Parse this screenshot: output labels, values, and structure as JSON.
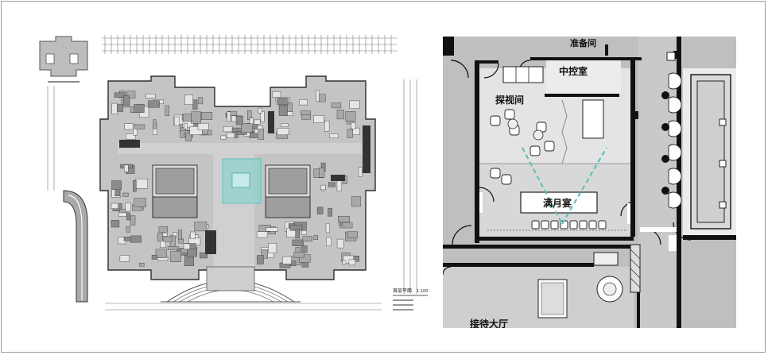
{
  "overview_plan": {
    "title_text": "首层平面",
    "scale_text": "1:100",
    "highlight_color": "#8fd3cf",
    "wall_color": "#3a3a3a",
    "floor_color": "#bdbdbd"
  },
  "detail_plan": {
    "rooms": {
      "prep_room": "准备间",
      "control_room": "中控室",
      "visiting_room": "探视间",
      "full_moon_banquet": "满月宴",
      "reception_hall": "接待大厅"
    },
    "sightline_color": "#5fc0bd",
    "floor_color": "#d4d4d4",
    "wall_color": "#111111"
  }
}
